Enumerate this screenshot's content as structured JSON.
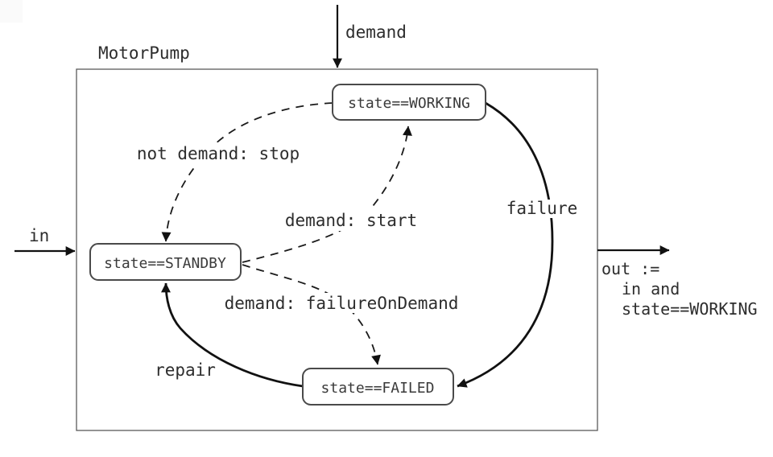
{
  "diagram": {
    "title": "MotorPump",
    "top_input": {
      "label": "demand"
    },
    "left_input": {
      "label": "in"
    },
    "right_output": {
      "lines": [
        "out :=",
        "in and",
        "state==WORKING"
      ]
    },
    "states": {
      "working": {
        "label": "state==WORKING"
      },
      "standby": {
        "label": "state==STANDBY"
      },
      "failed": {
        "label": "state==FAILED"
      }
    },
    "transitions": {
      "stop": {
        "label": "not demand: stop",
        "from": "WORKING",
        "to": "STANDBY",
        "style": "dashed"
      },
      "start": {
        "label": "demand: start",
        "from": "STANDBY",
        "to": "WORKING",
        "style": "dashed"
      },
      "failure_on_demand": {
        "label": "demand: failureOnDemand",
        "from": "STANDBY",
        "to": "FAILED",
        "style": "dashed"
      },
      "failure": {
        "label": "failure",
        "from": "WORKING",
        "to": "FAILED",
        "style": "solid"
      },
      "repair": {
        "label": "repair",
        "from": "FAILED",
        "to": "STANDBY",
        "style": "solid"
      }
    },
    "colors": {
      "line": "#111111",
      "text": "#2d2d2d",
      "box_border": "#4a4a4a",
      "background": "#ffffff"
    }
  }
}
